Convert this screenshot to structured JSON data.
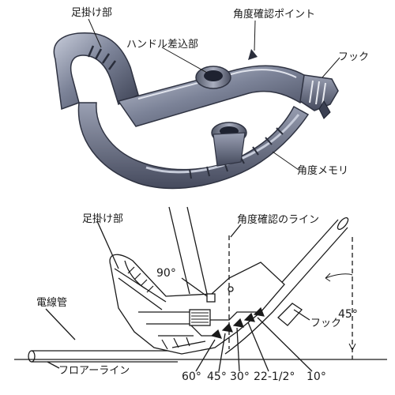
{
  "photo": {
    "labels": {
      "foot_rest": "足掛け部",
      "handle_socket": "ハンドル差込部",
      "angle_check_point": "角度確認ポイント",
      "hook": "フック",
      "angle_scale": "角度メモリ"
    }
  },
  "drawing": {
    "labels": {
      "foot_rest": "足掛け部",
      "angle_check_line": "角度確認のライン",
      "conduit": "電線管",
      "floor_line": "フロアーライン",
      "hook": "フック"
    },
    "angles": {
      "a90": "90°",
      "a45_right": "45°",
      "a60": "60°",
      "a45": "45°",
      "a30": "30°",
      "a22": "22-1/2°",
      "a10": "10°"
    }
  },
  "colors": {
    "metal_dark": "#3d4254",
    "metal_mid": "#6d7488",
    "metal_light": "#b7bccb",
    "line": "#1a1a1a"
  }
}
